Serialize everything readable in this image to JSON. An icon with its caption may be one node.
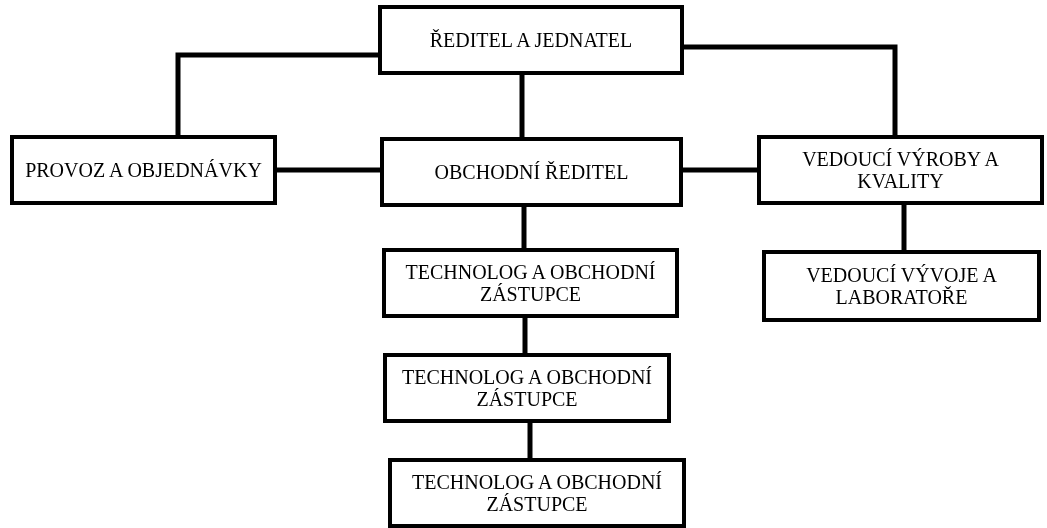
{
  "diagram": {
    "nodes": [
      {
        "text": [
          "ŘEDITEL A JEDNATEL"
        ]
      },
      {
        "text": [
          "PROVOZ A OBJEDNÁVKY"
        ]
      },
      {
        "text": [
          "OBCHODNÍ ŘEDITEL"
        ]
      },
      {
        "text": [
          "VEDOUCÍ VÝROBY A KVALITY"
        ]
      },
      {
        "text": [
          "TECHNOLOG A OBCHODNÍ ZÁSTUPCE"
        ]
      },
      {
        "text": [
          "VEDOUCÍ VÝVOJE A LABORATOŘE"
        ]
      },
      {
        "text": [
          "TECHNOLOG A OBCHODNÍ ZÁSTUPCE"
        ]
      },
      {
        "text": [
          "TECHNOLOG A OBCHODNÍ ZÁSTUPCE"
        ]
      }
    ],
    "edges": [
      {
        "from": 0,
        "to": 1,
        "arrow": "none"
      },
      {
        "from": 0,
        "to": 2,
        "arrow": "none"
      },
      {
        "from": 0,
        "to": 3,
        "arrow": "none"
      },
      {
        "from": 2,
        "to": 1,
        "arrow": "none"
      },
      {
        "from": 2,
        "to": 3,
        "arrow": "none"
      },
      {
        "from": 2,
        "to": 4,
        "arrow": "none"
      },
      {
        "from": 3,
        "to": 5,
        "arrow": "none"
      },
      {
        "from": 4,
        "to": 6,
        "arrow": "none"
      },
      {
        "from": 6,
        "to": 7,
        "arrow": "none"
      }
    ]
  }
}
